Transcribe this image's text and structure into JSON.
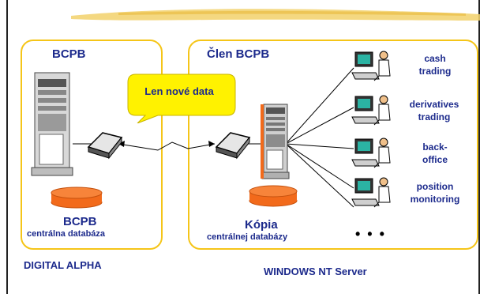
{
  "left_node": {
    "title": "BCPB",
    "db_title": "BCPB",
    "db_subtitle": "centrálna databáza",
    "platform": "DIGITAL ALPHA"
  },
  "right_node": {
    "title": "Člen BCPB",
    "db_title": "Kópia",
    "db_subtitle": "centrálnej databázy",
    "platform": "WINDOWS NT Server",
    "more": "• • •"
  },
  "callout": {
    "text": "Len nové data"
  },
  "workstations": [
    {
      "line1": "cash",
      "line2": "trading"
    },
    {
      "line1": "derivatives",
      "line2": "trading"
    },
    {
      "line1": "back-",
      "line2": "office"
    },
    {
      "line1": "position",
      "line2": "monitoring"
    }
  ],
  "colors": {
    "text": "#1c2a8c",
    "panel_border": "#f5c518",
    "database": "#f26a1b",
    "callout": "#fff200",
    "brush": "#f2d16b"
  }
}
